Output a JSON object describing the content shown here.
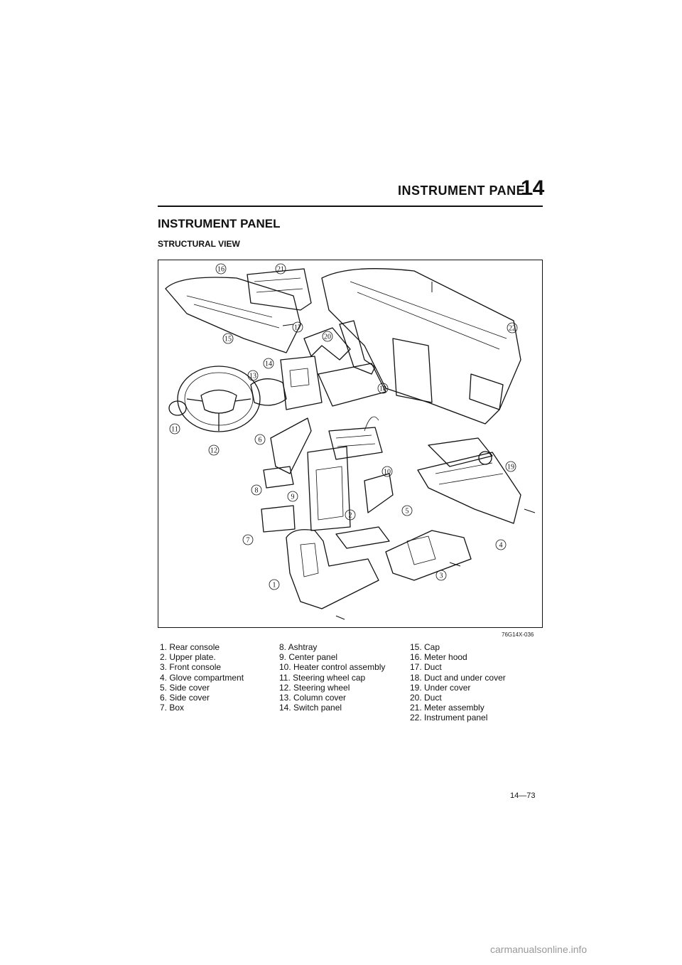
{
  "header": {
    "title": "INSTRUMENT PANEL",
    "chapter": "14"
  },
  "section": {
    "title": "INSTRUMENT PANEL",
    "subtitle": "STRUCTURAL VIEW"
  },
  "figure": {
    "code": "76G14X-036",
    "callouts": [
      "16",
      "21",
      "15",
      "17",
      "20",
      "22",
      "14",
      "13",
      "18",
      "11",
      "12",
      "6",
      "10",
      "19",
      "8",
      "9",
      "2",
      "5",
      "7",
      "4",
      "3",
      "1"
    ]
  },
  "legend": {
    "col1": [
      "1. Rear console",
      "2. Upper plate.",
      "3. Front console",
      "4. Glove compartment",
      "5. Side cover",
      "6. Side cover",
      "7. Box"
    ],
    "col2": [
      "8. Ashtray",
      "9. Center panel",
      "10. Heater control assembly",
      "11. Steering wheel cap",
      "12. Steering wheel",
      "13. Column cover",
      "14. Switch panel"
    ],
    "col3": [
      "15. Cap",
      "16. Meter hood",
      "17. Duct",
      "18. Duct and under cover",
      "19. Under cover",
      "20. Duct",
      "21. Meter assembly",
      "22. Instrument panel"
    ]
  },
  "page_number": "14—73",
  "watermark": "carmanualsonline.info"
}
